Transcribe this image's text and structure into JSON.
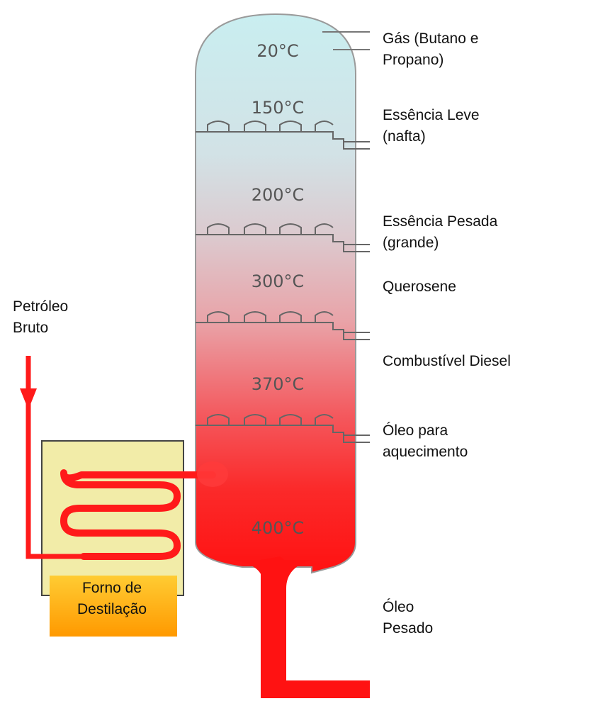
{
  "feed": {
    "line1": "Petróleo",
    "line2": "Bruto"
  },
  "furnace": {
    "line1": "Forno de",
    "line2": "Destilação"
  },
  "temperatures": [
    "20°C",
    "150°C",
    "200°C",
    "300°C",
    "370°C",
    "400°C"
  ],
  "products": [
    {
      "line1": "Gás (Butano e",
      "line2": "Propano)"
    },
    {
      "line1": "Essência Leve",
      "line2": "(nafta)"
    },
    {
      "line1": "Essência Pesada",
      "line2": "(grande)"
    },
    {
      "line1": "Querosene",
      "line2": ""
    },
    {
      "line1": "Combustível Diesel",
      "line2": ""
    },
    {
      "line1": "Óleo para",
      "line2": "aquecimento"
    },
    {
      "line1": "Óleo",
      "line2": "Pesado"
    }
  ],
  "colors": {
    "column_top": "#cdeef0",
    "column_mid": "#dcc8cc",
    "column_bottom": "#ff1a1a",
    "pipe": "#ff1a1a",
    "furnace_fill": "#f2eca8",
    "furnace_burner": "#ffa500"
  }
}
